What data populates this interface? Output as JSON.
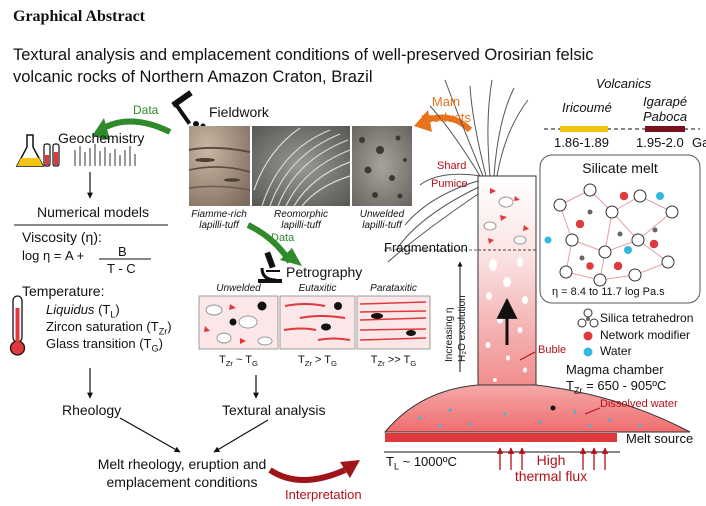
{
  "header": {
    "label": "Graphical Abstract"
  },
  "title": {
    "line1": "Textural analysis and emplacement conditions of well-preserved Orosirian felsic",
    "line2": "volcanic rocks of Northern Amazon Craton, Brazil"
  },
  "left": {
    "data_arrow_label": "Data",
    "fieldwork_label": "Fieldwork",
    "geochemistry_label": "Geochemistry",
    "numerical_models_label": "Numerical models",
    "viscosity_label": "Viscosity (η):",
    "viscosity_formula_prefix": "log η = A +",
    "viscosity_formula_num": "B",
    "viscosity_formula_den": "T - C",
    "temperature_label": "Temperature:",
    "liquidus_label": "Liquidus",
    "liquidus_sym": "(T",
    "liquidus_sub": "L",
    "zircon_label": "Zircon saturation (T",
    "zircon_sub": "Zr",
    "glass_label": "Glass transition (T",
    "glass_sub": "G",
    "rheology_label": "Rheology",
    "final_line1": "Melt rheology, eruption and",
    "final_line2": "emplacement conditions",
    "interpretation_label": "Interpretation"
  },
  "middle": {
    "photo_labels": [
      {
        "l1": "Fiamme-rich",
        "l2": "lapilli-tuff"
      },
      {
        "l1": "Reomorphic",
        "l2": "lapilli-tuff"
      },
      {
        "l1": "Unwelded",
        "l2": "lapilli-tuff"
      }
    ],
    "data_arrow_label": "Data",
    "petrography_label": "Petrography",
    "texture_titles": [
      "Unwelded",
      "Eutaxitic",
      "Parataxitic"
    ],
    "texture_relations": [
      {
        "a": "T",
        "as": "Zr",
        "op": " ~ T",
        "bs": "G"
      },
      {
        "a": "T",
        "as": "Zr",
        "op": " > T",
        "bs": "G"
      },
      {
        "a": "T",
        "as": "Zr",
        "op": " >> T",
        "bs": "G"
      }
    ],
    "textural_analysis_label": "Textural analysis"
  },
  "right": {
    "main_products_l1": "Main",
    "main_products_l2": "products",
    "volcanics_label": "Volcanics",
    "iricoume_label": "Iricoumé",
    "iricoume_range": "1.86-1.89",
    "igarape_l1": "Igarapé",
    "igarape_l2": "Paboca",
    "igarape_range": "1.95-2.0",
    "ga_label": "Ga",
    "shard_label": "Shard",
    "pumice_label": "Pumice",
    "fragmentation_label": "Fragmentation",
    "increasing_label": "Increasing η",
    "h2o_label": "H₂O exsolution",
    "silicate_melt_label": "Silicate melt",
    "eta_range_label": "η = 8.4 to 11.7 log Pa.s",
    "legend": {
      "silica_label": "Silica tetrahedron",
      "network_label": "Network modifier",
      "water_label": "Water"
    },
    "buble_label": "Buble",
    "magma_chamber_label": "Magma chamber",
    "tzr_sym": "T",
    "tzr_sub": "Zr",
    "tzr_range": " = 650 - 905ºC",
    "dissolved_water_label": "Dissolved water",
    "melt_source_label": "Melt source",
    "tl_sym": "T",
    "tl_sub": "L",
    "tl_value": " ~ 1000ºC",
    "thermal_l1": "High",
    "thermal_l2": "thermal flux"
  },
  "colors": {
    "accent_red": "#e0393d",
    "melt_pink": "#f29a9a",
    "data_green": "#2e8a2a",
    "products_orange": "#e8731c",
    "iricoume_yellow": "#f2c414",
    "igarape_maroon": "#7a0f1c",
    "water_blue": "#35b8e0"
  },
  "icons": [
    "hammer-icon",
    "microscope-icon",
    "flask-icon",
    "spectrum-icon",
    "thermometer-icon",
    "tetrahedron-icon"
  ]
}
